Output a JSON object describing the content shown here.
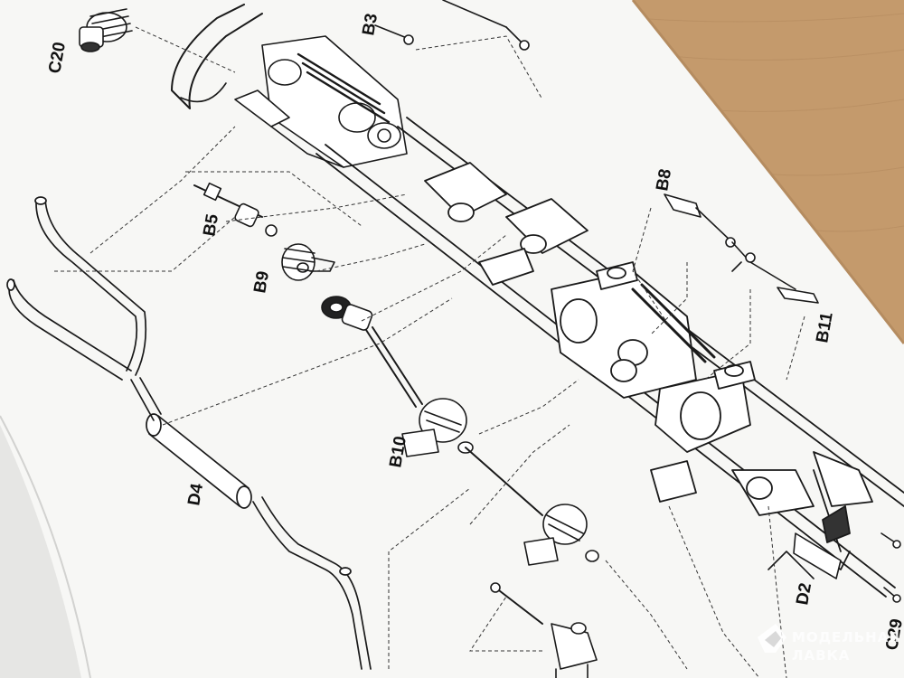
{
  "photo": {
    "subject": "exploded-assembly-instruction-page",
    "colors": {
      "table": "#c49a6c",
      "paper": "#f7f7f5",
      "ink": "#1a1a1a",
      "shadow": "#d8d8d6"
    }
  },
  "part_labels": {
    "c20": "C20",
    "b3": "B3",
    "b8": "B8",
    "b5": "B5",
    "b9": "B9",
    "b11": "B11",
    "b10": "B10",
    "d4": "D4",
    "d2": "D2",
    "c29": "C29"
  },
  "watermark": {
    "line1": "МОДЕЛЬНАЯ",
    "line2": "ЛАВКА"
  }
}
